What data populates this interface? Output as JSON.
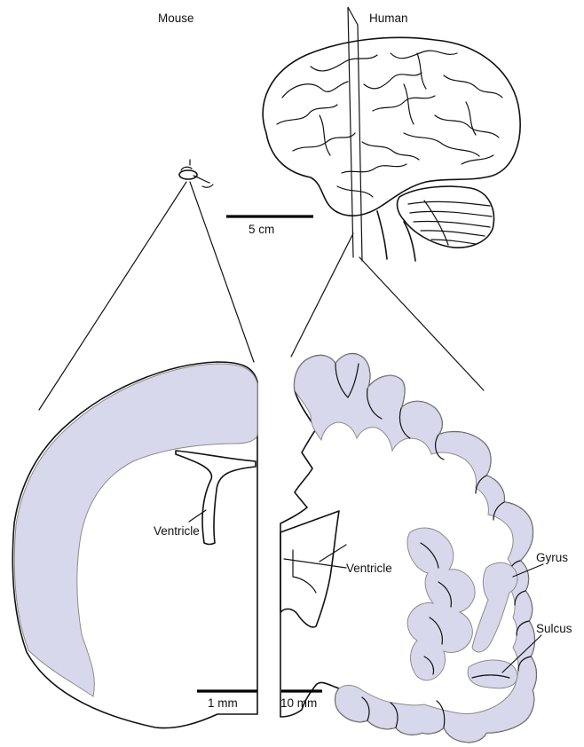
{
  "labels": {
    "mouse": "Mouse",
    "human": "Human",
    "ventricle_mouse": "Ventricle",
    "ventricle_human": "Ventricle",
    "gyrus": "Gyrus",
    "sulcus": "Sulcus"
  },
  "scale_bars": {
    "human_brain": "5 cm",
    "mouse_section": "1 mm",
    "human_section": "10 mm"
  },
  "colors": {
    "cortex_fill": "#d8d8ec",
    "outline": "#111111"
  }
}
